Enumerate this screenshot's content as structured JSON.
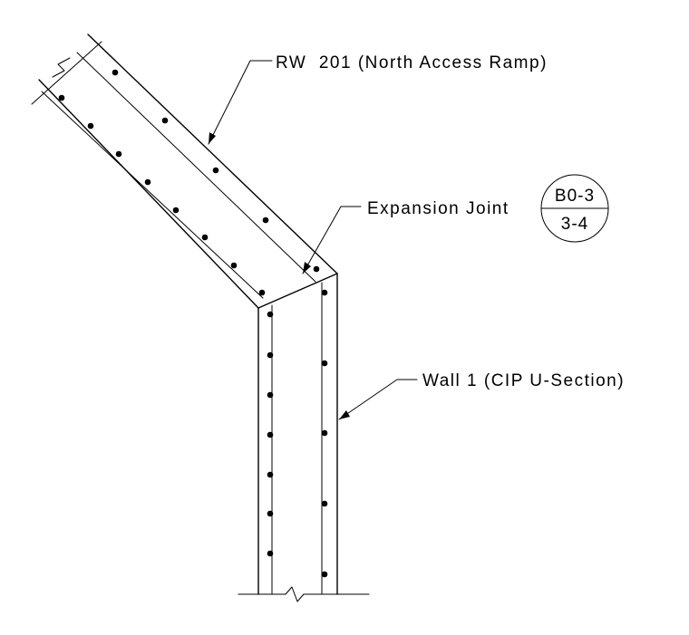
{
  "labels": {
    "ramp_wall": "RW  201 (North Access Ramp)",
    "expansion_joint": "Expansion Joint",
    "wall_1": "Wall 1 (CIP U-Section)"
  },
  "section_tag": {
    "top": "B0-3",
    "bottom": "3-4"
  },
  "colors": {
    "line": "#000000",
    "background": "#ffffff"
  }
}
